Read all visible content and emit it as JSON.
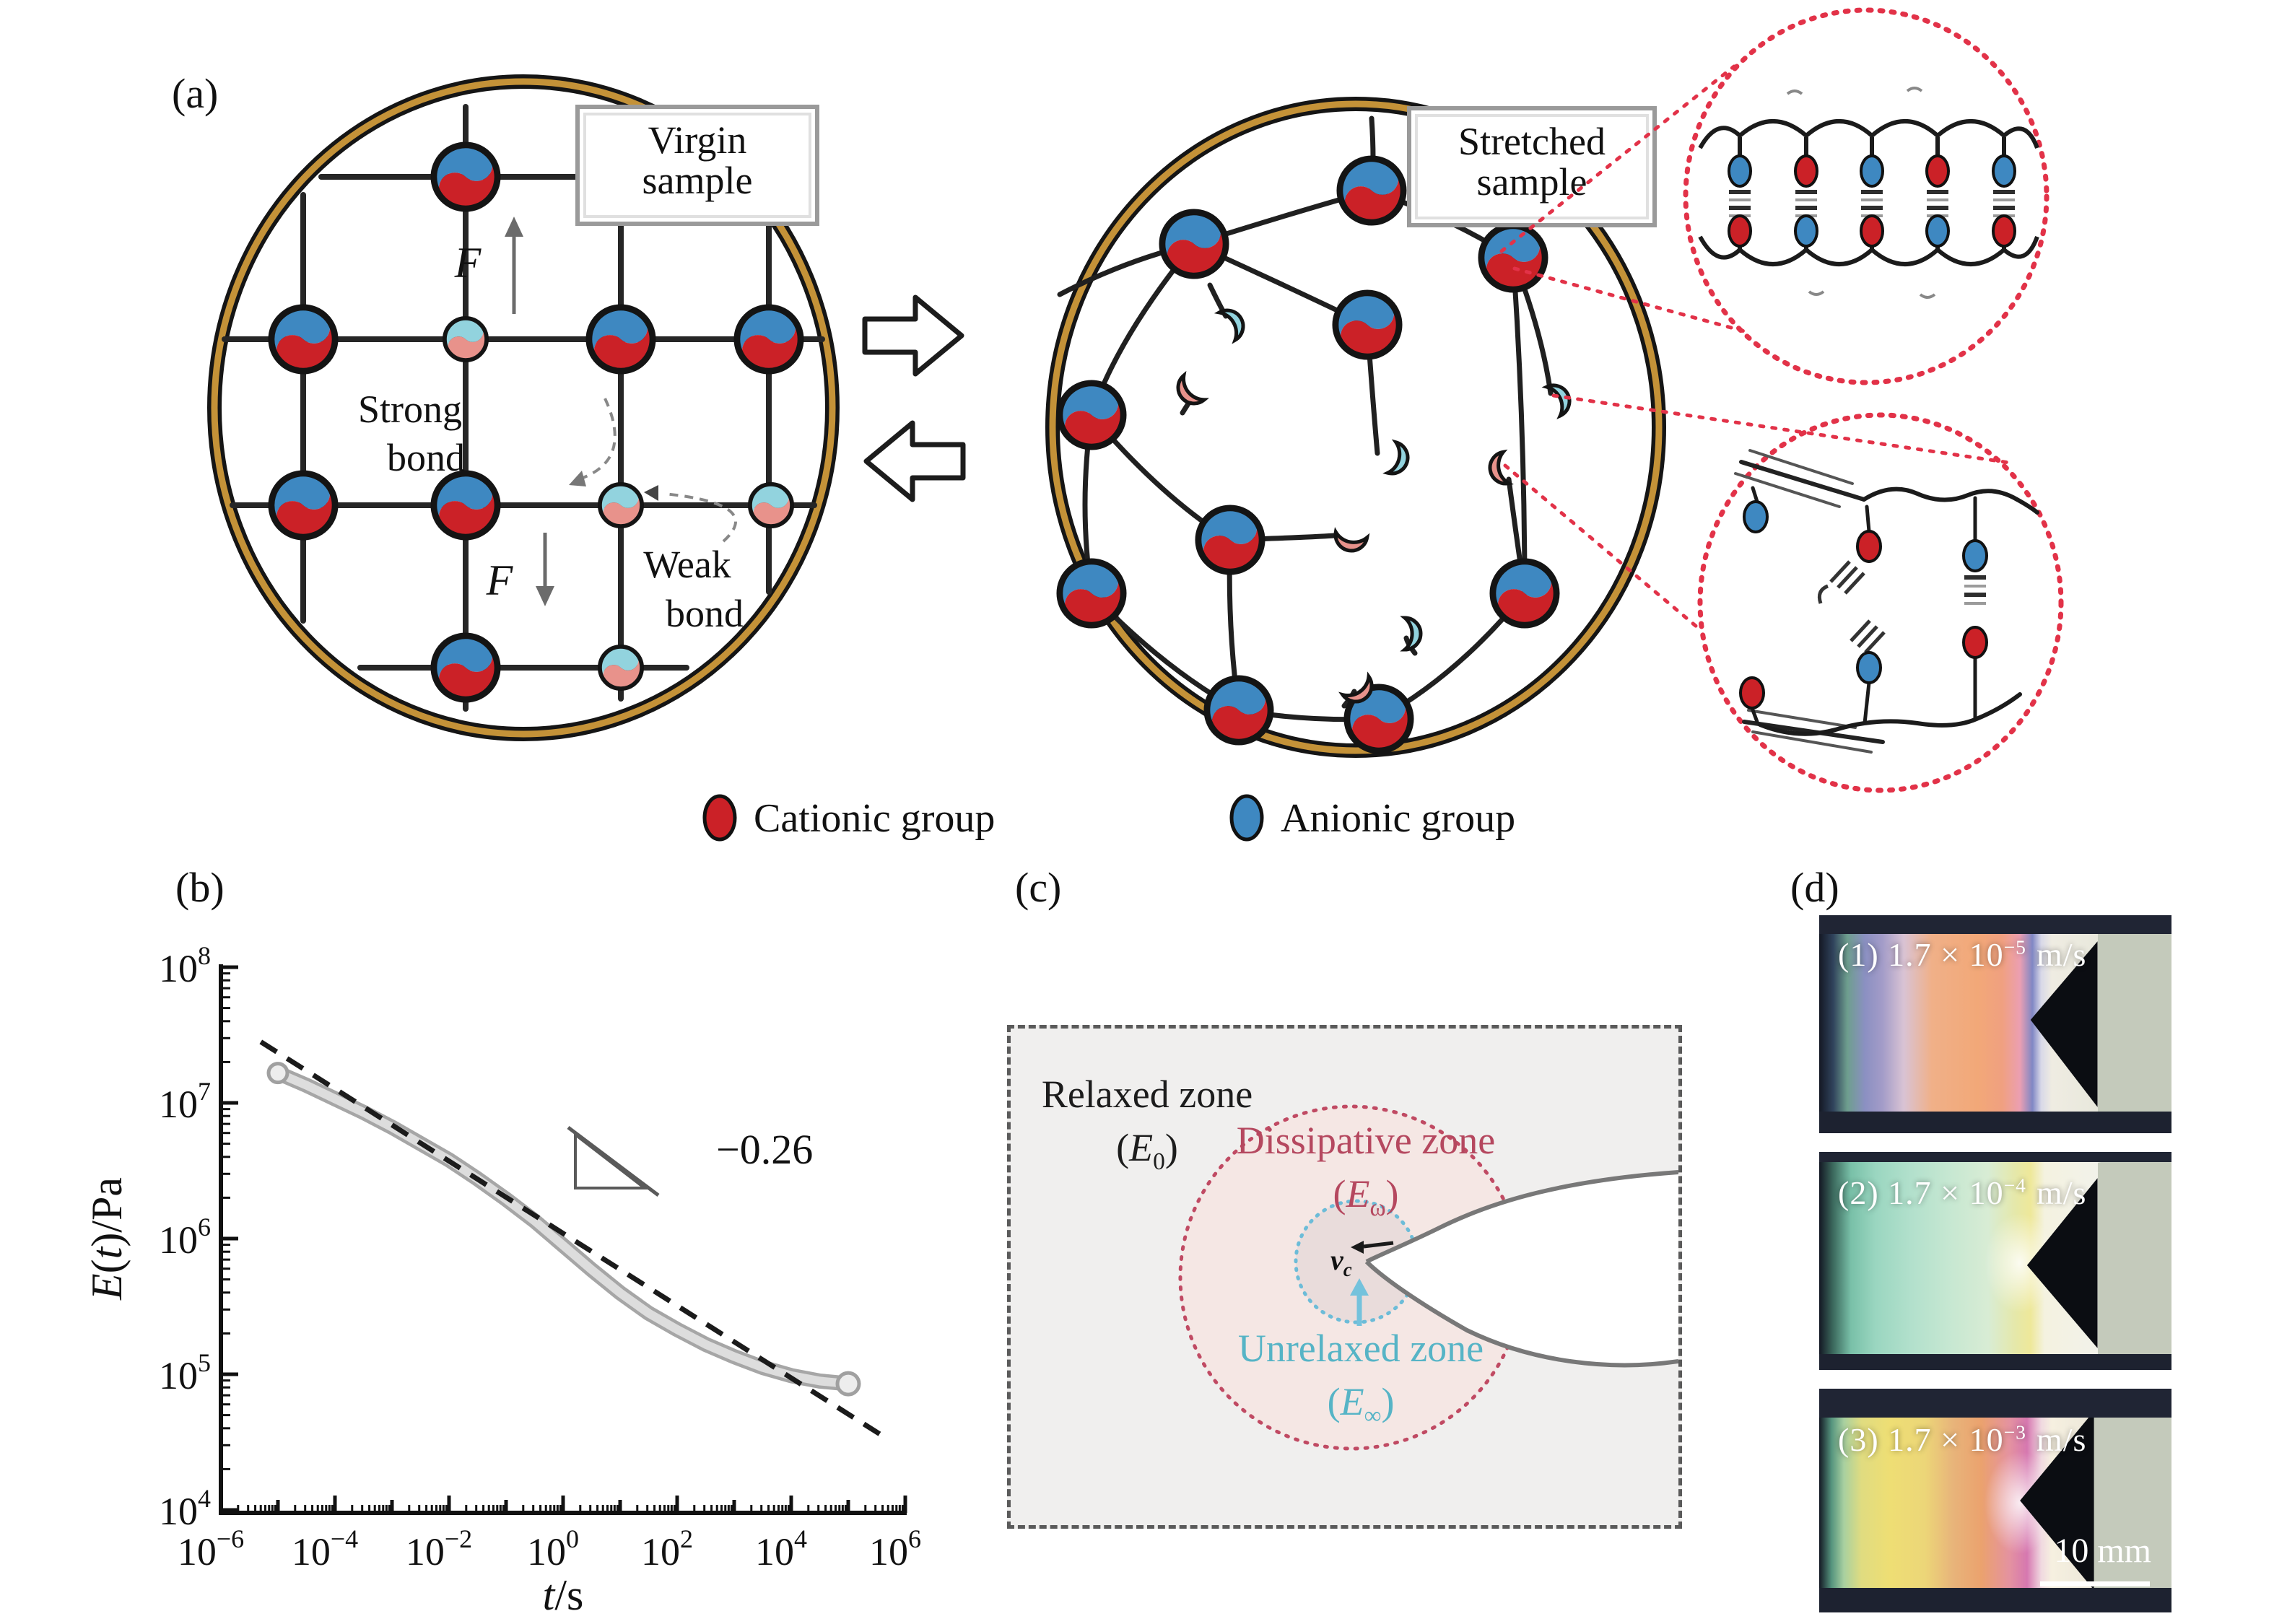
{
  "panels": {
    "a": {
      "label": "(a)",
      "virgin_box": [
        "Virgin",
        "sample"
      ],
      "stretched_box": [
        "Stretched",
        "sample"
      ],
      "force_symbol": "F",
      "strong_bond_lines": [
        "Strong",
        "bond"
      ],
      "weak_bond_lines": [
        "Weak",
        "bond"
      ],
      "legend": [
        {
          "label": "Cationic group",
          "color": "#cb2127"
        },
        {
          "label": "Anionic group",
          "color": "#3e88c1"
        }
      ]
    },
    "b": {
      "label": "(b)"
    },
    "c": {
      "label": "(c)",
      "relaxed": {
        "title": "Relaxed zone",
        "sym_open": "(",
        "sym_base": "E",
        "sym_sub": "0",
        "sym_close": ")"
      },
      "dissipative": {
        "title": "Dissipative zone",
        "sym_open": "(",
        "sym_base": "E",
        "sym_sub": "ω",
        "sym_close": ")"
      },
      "unrelaxed": {
        "title": "Unrelaxed zone",
        "sym_open": "(",
        "sym_base": "E",
        "sym_sub": "∞",
        "sym_close": ")"
      },
      "crack_velocity": {
        "base": "v",
        "sub": "c"
      }
    },
    "d": {
      "label": "(d)",
      "photo_labels": [
        {
          "index": "(1)",
          "base": "1.7 × 10",
          "exponent": "−5",
          "unit": "m/s"
        },
        {
          "index": "(2)",
          "base": "1.7 × 10",
          "exponent": "−4",
          "unit": "m/s"
        },
        {
          "index": "(3)",
          "base": "1.7 × 10",
          "exponent": "−3",
          "unit": "m/s"
        }
      ],
      "scale_bar": "10 mm"
    }
  },
  "chart_data": {
    "type": "line",
    "x_scale": "log",
    "y_scale": "log",
    "tick_base": "10",
    "xlim_exponents": [
      -6,
      6
    ],
    "ylim_exponents": [
      4,
      8
    ],
    "x_labeled_exponents": [
      -6,
      -4,
      -2,
      0,
      2,
      4,
      6
    ],
    "y_labeled_exponents": [
      8,
      7,
      6,
      5,
      4
    ],
    "xlabel_parts": [
      {
        "text": "t",
        "italic": true
      },
      {
        "text": "/s",
        "italic": false
      }
    ],
    "ylabel_parts": [
      {
        "text": "E",
        "italic": true
      },
      {
        "text": "(",
        "italic": false
      },
      {
        "text": "t",
        "italic": true
      },
      {
        "text": ")/Pa",
        "italic": false
      }
    ],
    "grid": false,
    "legend_position": "none",
    "series": [
      {
        "name": "stress relaxation modulus E(t)",
        "style": "gray-band",
        "points_log": [
          [
            -5.0,
            7.22
          ],
          [
            -4.5,
            7.13
          ],
          [
            -4.0,
            7.03
          ],
          [
            -3.5,
            6.93
          ],
          [
            -3.0,
            6.82
          ],
          [
            -2.5,
            6.7
          ],
          [
            -2.0,
            6.58
          ],
          [
            -1.5,
            6.44
          ],
          [
            -1.0,
            6.29
          ],
          [
            -0.5,
            6.13
          ],
          [
            0.0,
            5.95
          ],
          [
            0.5,
            5.77
          ],
          [
            1.0,
            5.6
          ],
          [
            1.5,
            5.45
          ],
          [
            2.0,
            5.33
          ],
          [
            2.5,
            5.22
          ],
          [
            3.0,
            5.13
          ],
          [
            3.5,
            5.05
          ],
          [
            4.0,
            4.99
          ],
          [
            4.5,
            4.95
          ],
          [
            5.0,
            4.93
          ]
        ]
      },
      {
        "name": "power-law fit",
        "style": "dashed-line",
        "slope": -0.26,
        "points_log": [
          [
            -5.3,
            7.45
          ],
          [
            5.55,
            4.56
          ]
        ]
      }
    ],
    "annotation": {
      "slope_label": "−0.26"
    }
  }
}
